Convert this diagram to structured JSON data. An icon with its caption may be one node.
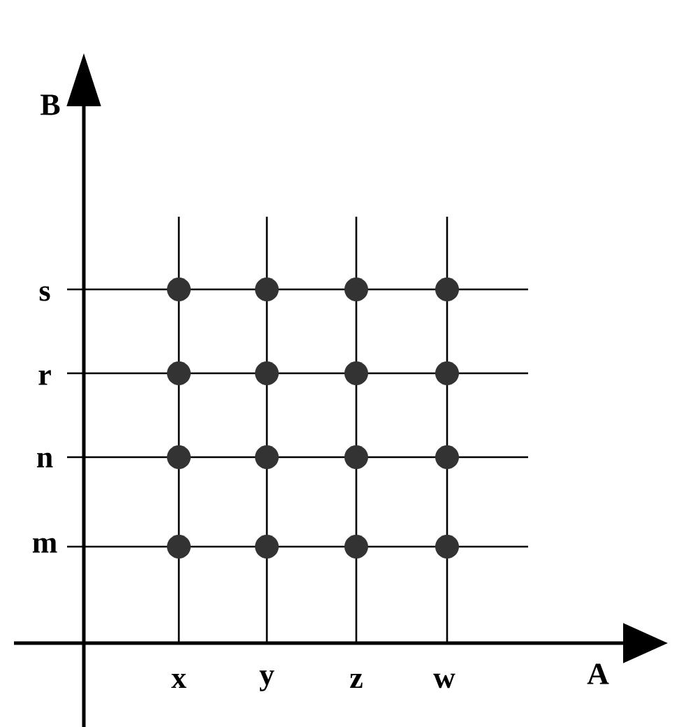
{
  "diagram": {
    "labels": [
      "B",
      "s",
      "r",
      "n",
      "m",
      "x",
      "y",
      "z",
      "w",
      "A"
    ]
  }
}
